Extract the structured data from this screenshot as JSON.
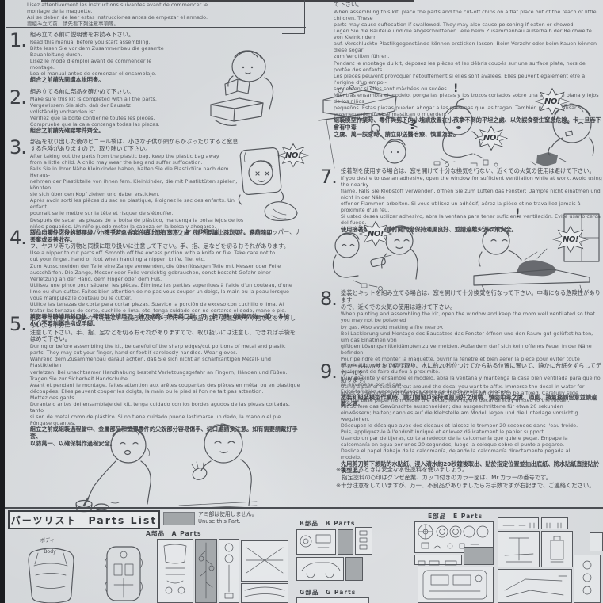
{
  "labels": {
    "no": "NO!",
    "question": "?",
    "exclaim": "!"
  },
  "intro": {
    "lines": [
      "Lisez attentivement les instructions suivantes avant de commencer le",
      "montage de la maquette.",
      "Asi se deben de leer estas instrucciones antes de empezar el armado.",
      "要組み立て前、請先看下列注意事項等。"
    ]
  },
  "steps_left": [
    {
      "num": "1.",
      "jp": "組み立てる前に説明書をお読み下さい。",
      "body": [
        "Read this manual before you start assembling.",
        "Bitte lesen Sie vor dem Zusammenbau die gesamte",
        "Bauanleitung durch.",
        "Lisez le mode d'emploi avant de commencer le",
        "montage.",
        "Lea el manual antes de comenzar el ensamblaje."
      ],
      "cn": "組合之前請先閱讀本說明書。"
    },
    {
      "num": "2.",
      "jp": "組み立てる前に部品を確かめて下さい。",
      "body": [
        "Make sure this kit is completed with all the parts.",
        "Vergewissern Sie sich, daß der Bausatz",
        "vollständig vorhanden ist.",
        "Vérifiez que la boîte contienne toutes les pièces.",
        "Compruebe que la caja contenga todas las piezas."
      ],
      "cn": "組合之前請先確認零件齊全。"
    },
    {
      "num": "3.",
      "jp": "部品を取り出した後のビニール袋は、小さな子供が頭からかぶったりすると窒息\nする危険がありますので、取り除いて下さい。",
      "body": [
        "After taking out the parts from the plastic bag, keep the plastic bag away",
        "from a little child. A child may wear the bag and suffer suffocation.",
        "Falls Sie in Ihrer Nähe Kleinkinder haben, halten Sie die Plastiktüte nach dem Heraus-",
        "nehmen der Plastikteile von ihnen fern. Kleinkinder, die mit Plastiktüten spielen, könnten",
        "sie sich über den Kopf ziehen und dabei ersticken.",
        "Après avoir sorti les pièces du sac en plastique, éloignez le sac des enfants. Un enfant",
        "pourrait se le mettre sur la tête et risquer de s'étouffer.",
        "Después de sacar las piezas de la bolsa de plástico, mantenga la bolsa lejos de los",
        "niños pequeños. Un niño puede meter la cabeza en la bolsa y ahogarse."
      ],
      "cn": "取り出零件之後的塑膠袋、小孩子若拿去套在頭上恐有窒息之虞（請不要讓小孩玩耍）、務請隨即\n丟棄或妥善收存。"
    },
    {
      "num": "4.",
      "jp": "部品の切り取りにはニッパーを使い、余分な部分はナイフ、ヤスリ等で仕上げます。また、ニッパー、ナイ\nフ、ヤスリ等も刃物と同様に取り扱いに注意して下さい。手、指、足などを切るおそれがあります。",
      "body": [
        "Use a nipper to cut parts off. Smooth off the excess portion with a knife or file. Take care not to",
        "cut your finger, hand or foot when handling a nipper, knife, file, etc.",
        "Zum Ausschneiden der Teile eine Zange verwenden, die überflüssigen Teile mit Messer oder Feile",
        "ausschärfen. Die Zange, Messer oder Feile vorsichtig gebrauchen, sonst besteht Gefahr einer",
        "Verletzung an der Hand, dem Finger oder dem Fuß.",
        "Utilisez une pince pour séparer les pièces. Éliminez les parties superflues à l'aide d'un couteau, d'une",
        "lime ou d'un cutter. Faites bien attention de ne pas vous couper un doigt, la main ou la peau lorsque",
        "vous manipulez le couteau ou le cutter.",
        "Utilice las tenazas de corte para cortar piezas. Suavice la porción de exceso con cuchillo o lima. Al",
        "tratar las tenazas de corte, cuchillo o lima, etc. tenga cuidado con no cortarse el dedo, mano o pie."
      ],
      "cn": "剪取零件時請用斜口鉗、殘留部分請用刀、銼刀修整。使用斜口鉗、刀、銼刀時（請與刃物一樣）、多加\n小心不要割傷手指或手脚。"
    },
    {
      "num": "5.",
      "jp": "組み立て作業中や組み立てた後に、金属部品及びプラスチック部品の鋭い先端部で手や指などをケガしないよう十分に\n注意して下さい。手、指、足などを切るおそれがありますので、取り扱いには注意し、できれば手袋をはめて下さい。",
      "body": [
        "During or before assembling the kit, be careful of the sharp edges/cut portions of metal and plastic",
        "parts. They may cut your finger, hand or foot if carelessly handled. Wear gloves.",
        "Während dem Zusammenbau darauf achten, daß Sie sich nicht an scharfkantigen Metall- und Plastikteilen",
        "verletzen. Bei unachtsamer Handhabung besteht Verletzungsgefahr an Fingern, Händen und Füßen.",
        "Tragen Sie zur Sicherheit Handschuhe.",
        "Avant et pendant le montage, faites attention aux arêtes coupantes des pièces en métal ou en plastique",
        "découpées. Elles peuvent couper les doigts, la main ou le pied si l'on ne fait pas attention.",
        "Mettez des gants.",
        "Durante o antes del ensamblaje del kit, tenga cuidado con los bordes agudos de las piezas cortadas, tanto",
        "si son de metal como de plástico. Si no tiene cuidado puede lastimarse un dedo, la mano o el pie.",
        "Póngase guantes."
      ],
      "cn": "組立之前或組裝過程當中、金屬部品和塑膠零件的尖銳部分容易傷手、切口處請多注意。如有需要請戴好手套、\n以防萬一、以確保製作過程安全。"
    }
  ],
  "steps_right": [
    {
      "num": "",
      "jp": "て下さい。",
      "body": [
        "When assembling this kit, place the parts and the cut-off chips on a flat place out of the reach of little children. These",
        "parts may cause suffocation if swallowed. They may also cause poisoning if eaten or chewed.",
        "Legen Sie die Bauteile und die abgeschnittenen Teile beim Zusammenbau außerhalb der Reichweite von Kleinkindern",
        "auf. Verschluckte Plastikgegenstände können ersticken lassen. Beim Verzehr oder beim Kauen können diese sogar",
        "zum Vergiften führen.",
        "Pendant le montage du kit, déposez les pièces et les débris coupés sur une surface plate, hors de portée des enfants.",
        "Les pièces peuvent provoquer l'étouffement si elles sont avalées. Elles peuvent également être à l'origine d'un empoi-",
        "sonnement si elles sont mâchées ou sucées.",
        "Mientras ensambla el modelo, ponga las piezas y los trozos cortados sobre una superficie plana y lejos de los niños",
        "pequeños. Estas piezas pueden ahogar a las personas que las tragan. También pueden causar",
        "envenenamiento si se mastican o muerden."
      ],
      "cn": "組裝模型作業時、零件與剪下的小塊請放置在小孩拿不到的平坦之處、以免誤食發生窒息危険。卡一旦吞下會有中毒\n之虞、萬一誤食時、請立即送醫治療、慎重為要。"
    },
    {
      "num": "7.",
      "jp": "接着剤を使用する場合は、窓を開けて十分な換気を行ない、近くでの火気の使用は避けて下さい。",
      "body": [
        "If you desire to use an adhesive, open the window for sufficient ventilation while at work. Avoid using the nearby",
        "flame. Falls Sie Klebstoff verwenden, öffnen Sie zum Lüften das Fenster; Dämpfe nicht einatmen und nicht in der Nähe",
        "offener Flammen arbeiten. Si vous utilisez un adhésif, aérez la pièce et ne travaillez jamais à proximité d'un feu.",
        "Si usted desea utilizar adhesivo, abra la ventana para tener suficiente ventilación. Evite usarlo cerca del fuego."
      ],
      "cn": "使用接著劑製作時請打開門窗保持通風良好、並請遠離火源以策安全。"
    },
    {
      "num": "8.",
      "jp": "塗装とキットを組み立てる場合は、窓を開けて十分換気を行なって下さい。中毒になる危険性があります\nので、近くでの火気の使用は避けて下さい。",
      "body": [
        "When painting and assembling the kit, open the window and keep the room well ventilated so that you may not be poisoned",
        "by gas. Also avoid making a fire nearby.",
        "Bei Lackierung und Montage des Bausatzes das Fenster öffnen und den Raum gut gelüftet halten, um das Einatmen von",
        "giftigen Lösungsmitteldämpfen zu vermeiden. Außerdem darf sich kein offenes Feuer in der Nähe befinden.",
        "Pour peindre et monter la maquette, ouvrir la fenêtre et bien aérer la pièce pour éviter toute intoxication par le gaz. Éviter",
        "également de faire du feu à proximité.",
        "Cuando pinte y ensamble el modelo, abra la ventana y mantenga la casa bien ventilada para que no se envenene con el gas.",
        "Evite también encender fuegos cerca de donde realiza el proceso."
      ],
      "cn": "塗裝和組裝模型作業時、請打開窗戶保持通風良好之環境、慎防中毒之虞、通風、換氣務請留意並請遠離火源。"
    },
    {
      "num": "9.",
      "jp": "デカールはハサミで切り取り、水に約20秒位つけてから貼る位置に置いて、静かに台紙をずらしてデカールを\n貼ります。",
      "body": [
        "Using a pair of scissors, cut around the decal you want to affix. Immerse the decal in water for",
        "about 20 seconds, and then place it over the spot on which it is to be affixed. Carefully slide",
        "out the base paper from under the decal, leaving the decal directly affixed to the model.",
        "Mit Schere das Gewünschte ausschneiden; das ausgeschnittene für etwa 20 sekunden",
        "einwässern; halten; dann es auf die Klebstelle am Modell legen und die Unterlage vorsichtig",
        "wegziehen.",
        "Découpez le décalque avec des ciseaux et laissez-le tremper 20 secondes dans l'eau froide.",
        "Puis, appliquez-le à l'endroit indiqué et enlevez délicatement le papier support.",
        "Usando un par de tijeras, corte alrededor de la calcomanía que quiere pegar. Empape la",
        "calcomanía en agua por unos 20 segundos; luego la coloque sobre el punto a pegarse.",
        "Deslice el papel debajo de la calcomanía, dejando la calcomanía directamente pegada al",
        "modelo."
      ],
      "cn": "先用剪刀剪下想貼的水貼紙、浸入清水約20秒鐘後取出、貼於指定位置並抽出底紙、將水貼紙直接貼於模型上。"
    }
  ],
  "notes": {
    "lines": [
      "※色を塗るときは安全な水性塗料を使いましょう。",
      "　指定塗料の○印はグンゼ産業、カッコ付きのカラー図は、Mr.カラーの番号です。",
      "※十分注意をしていますが、万一、不良品がありましたらお手数ですが右記まで、ご連絡ください。"
    ]
  },
  "parts_list": {
    "title_jp": "パーツリスト",
    "title_en": "Parts List",
    "unuse_jp": "アミ部は使用しません。",
    "unuse_en": "Unuse this Part.",
    "body_label_jp": "ボディー",
    "body_label_en": "Body",
    "group_a": "A部品　A Parts",
    "group_b": "B部品　B Parts",
    "group_g": "G部品　G Parts",
    "group_e": "E部品　E Parts"
  },
  "colors": {
    "paper": "#d7dadd",
    "ink": "#4a4d52",
    "gray_fill": "#a5a9ac"
  }
}
